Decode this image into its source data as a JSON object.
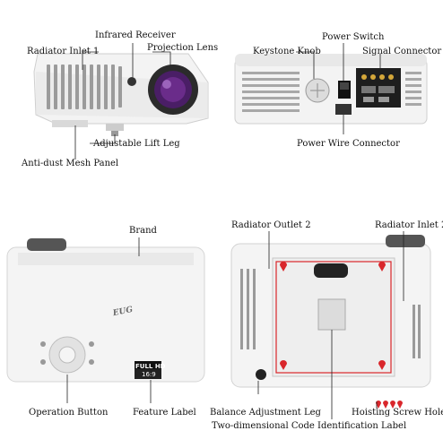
{
  "top_left": {
    "infrared_receiver": "Infrared Receiver",
    "radiator_inlet_1": "Radiator Inlet 1",
    "projection_lens": "Projection Lens",
    "adjustable_lift_leg": "Adjustable Lift Leg",
    "anti_dust_mesh_panel": "Anti-dust Mesh Panel"
  },
  "top_right": {
    "power_switch": "Power Switch",
    "keystone_knob": "Keystone Knob",
    "signal_connector": "Signal Connector",
    "power_wire_connector": "Power Wire Connector"
  },
  "bottom_left": {
    "brand": "Brand",
    "operation_button": "Operation Button",
    "feature_label": "Feature Label",
    "logo_text": "EUG",
    "badge_line1": "FULL HD",
    "badge_line2": "16:9"
  },
  "bottom_right": {
    "radiator_outlet_2": "Radiator Outlet 2",
    "radiator_inlet_2": "Radiator Inlet 2",
    "balance_adjustment_leg": "Balance Adjustment Leg",
    "hoisting_screw_holes": "Hoisting Screw Holes",
    "code_label": "Two-dimensional Code Identification Label"
  },
  "colors": {
    "body_white": "#f2f2f2",
    "lens_purple": "#6a2c8a",
    "hole_red": "#d9262b",
    "line": "#222222"
  }
}
